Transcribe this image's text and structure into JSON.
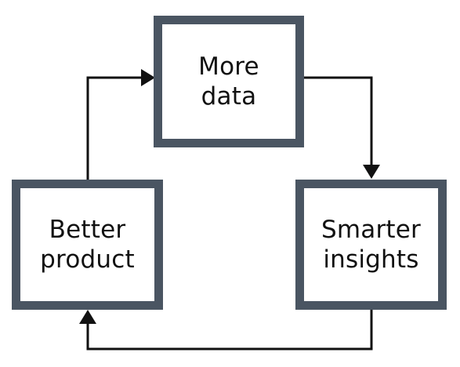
{
  "diagram": {
    "nodes": {
      "more_data": {
        "line1": "More",
        "line2": "data"
      },
      "smarter_insights": {
        "line1": "Smarter",
        "line2": "insights"
      },
      "better_product": {
        "line1": "Better",
        "line2": "product"
      }
    },
    "colors": {
      "box_border": "#4a5562",
      "arrow": "#111111",
      "text": "#111111",
      "background": "#ffffff"
    }
  }
}
